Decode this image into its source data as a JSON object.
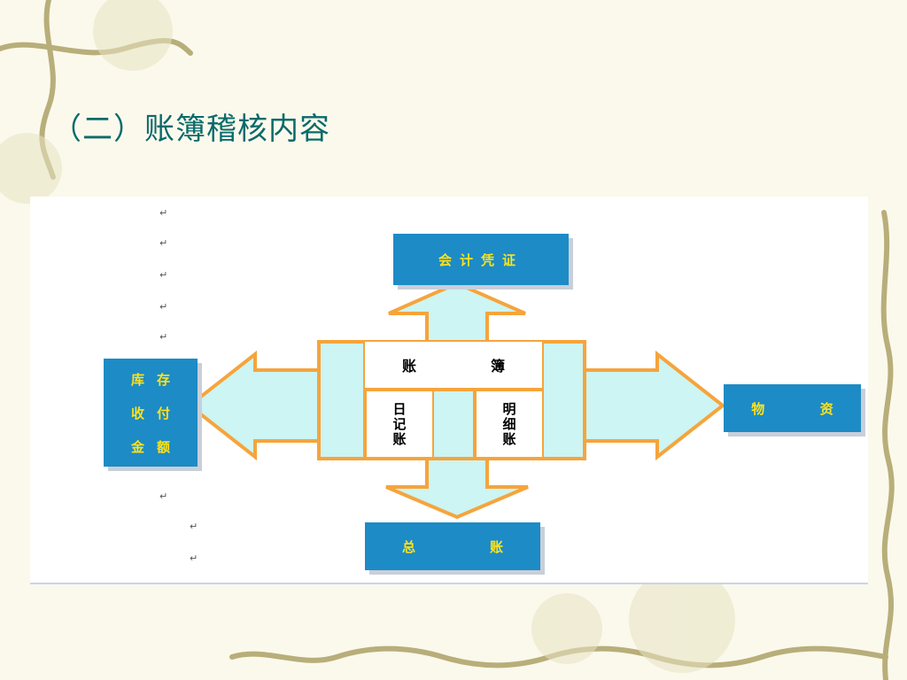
{
  "slide": {
    "title": "（二）账簿稽核内容"
  },
  "diagram": {
    "boxes": {
      "accounting_voucher": "会计凭证",
      "materials": [
        "物",
        "资"
      ],
      "general_ledger": [
        "总",
        "账"
      ],
      "inventory_amount": [
        "库存",
        "收付",
        "金额"
      ]
    },
    "center": {
      "books": [
        "账",
        "簿"
      ],
      "journal": [
        "日",
        "记",
        "账"
      ],
      "detail_ledger": [
        "明",
        "细",
        "账"
      ]
    },
    "paragraph_mark": "↵",
    "colors": {
      "box_fill": "#1d8bc6",
      "box_text": "#ffe21a",
      "arrow_fill": "#ccf5f3",
      "arrow_stroke": "#f6a43c",
      "title": "#0a6a6a"
    }
  }
}
